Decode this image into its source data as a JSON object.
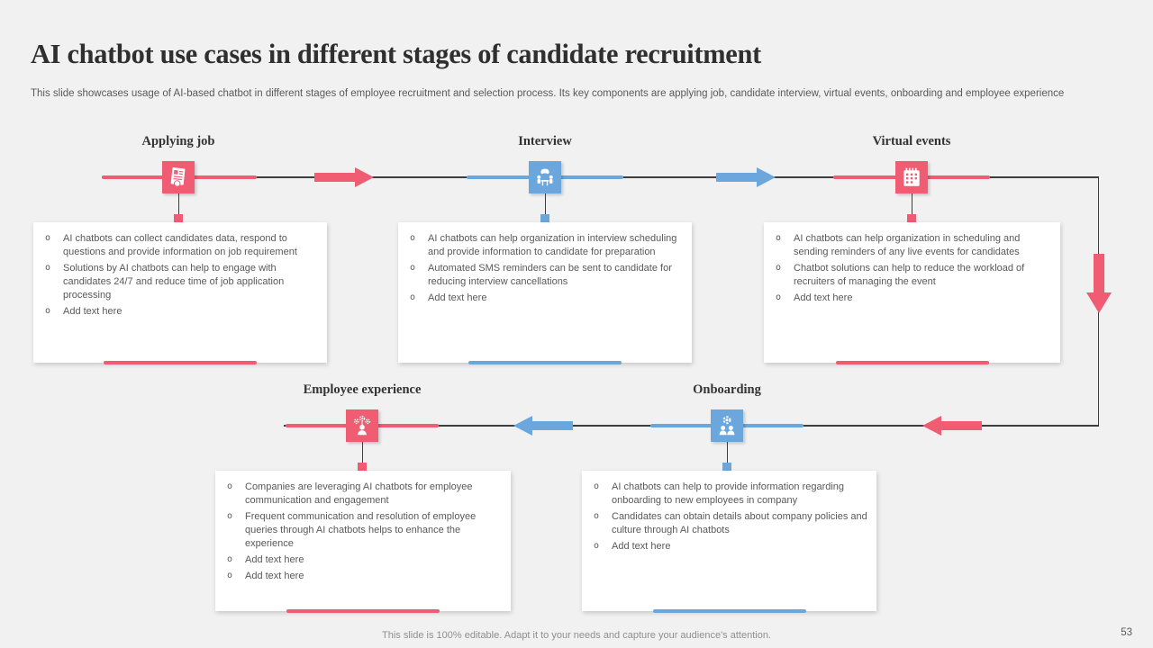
{
  "slide": {
    "title": "AI chatbot use cases in different stages of candidate recruitment",
    "subtitle": "This slide showcases usage of AI-based chatbot in different stages of employee recruitment and selection process. Its key components are applying job, candidate interview, virtual events, onboarding and employee experience",
    "footer": "This slide is 100% editable. Adapt it to your needs and capture your audience's attention.",
    "page_number": "53"
  },
  "colors": {
    "pink": "#f05c72",
    "blue": "#6ba7dd",
    "connector_line": "#3d3d3d",
    "background": "#f1f1f2",
    "card_background": "#ffffff",
    "body_text": "#595959",
    "title_text": "#2f2f2f"
  },
  "stages": [
    {
      "id": "applying-job",
      "label": "Applying job",
      "color": "pink",
      "icon": "resume-icon",
      "bullets": [
        "AI chatbots can collect candidates data, respond to questions and provide information on job requirement",
        "Solutions by AI chatbots can help to engage with candidates 24/7 and reduce time of job application processing",
        "Add text here"
      ]
    },
    {
      "id": "interview",
      "label": "Interview",
      "color": "blue",
      "icon": "interview-icon",
      "bullets": [
        "AI chatbots can help organization in interview scheduling and provide information to candidate for preparation",
        "Automated SMS reminders can be sent to candidate for reducing interview cancellations",
        "Add text here"
      ]
    },
    {
      "id": "virtual-events",
      "label": "Virtual events",
      "color": "pink",
      "icon": "calendar-icon",
      "bullets": [
        "AI chatbots can help organization in scheduling and sending reminders of any live events for candidates",
        "Chatbot solutions can help to reduce the workload of recruiters of managing the event",
        "Add text here"
      ]
    },
    {
      "id": "employee-experience",
      "label": "Employee experience",
      "color": "pink",
      "icon": "employee-gears-icon",
      "bullets": [
        "Companies are leveraging AI chatbots for employee communication and engagement",
        "Frequent communication and resolution of employee queries through AI chatbots helps to enhance the experience",
        "Add text here",
        "Add text here"
      ]
    },
    {
      "id": "onboarding",
      "label": "Onboarding",
      "color": "blue",
      "icon": "onboarding-icon",
      "bullets": [
        "AI chatbots can help to provide information regarding onboarding to new employees in company",
        "Candidates can obtain details about company policies and culture through AI chatbots",
        "Add text here"
      ]
    }
  ]
}
